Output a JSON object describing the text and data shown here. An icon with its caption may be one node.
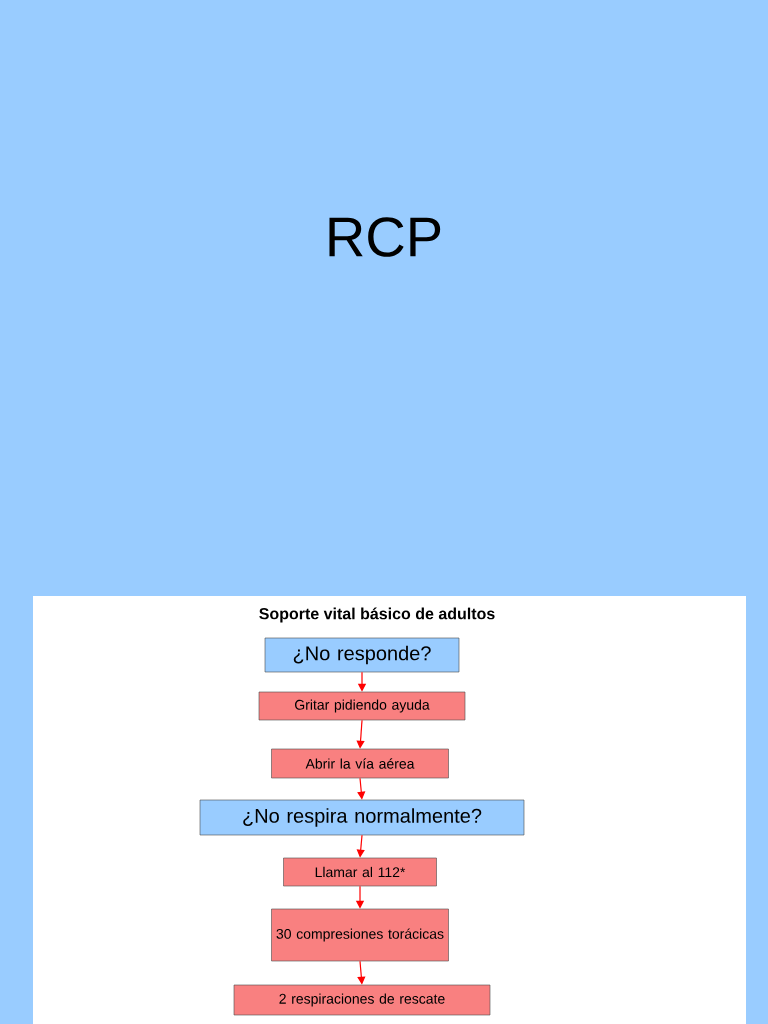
{
  "diagram": {
    "title": "RCP",
    "nodes": [
      {
        "text": [
          "¿No responde?"
        ]
      },
      {
        "text": [
          "Gritar pidiendo ayuda"
        ]
      },
      {
        "text": [
          "Abrir la vía aérea"
        ]
      },
      {
        "text": [
          "¿No respira normalmente?"
        ]
      },
      {
        "text": [
          "Llamar al 112*"
        ]
      },
      {
        "text": [
          "30 compresiones torácicas"
        ]
      },
      {
        "text": [
          "2 respiraciones de rescate"
        ]
      }
    ],
    "edges": [
      {
        "from": 0,
        "to": 1,
        "arrow": "to"
      },
      {
        "from": 1,
        "to": 2,
        "arrow": "to"
      },
      {
        "from": 2,
        "to": 3,
        "arrow": "to"
      },
      {
        "from": 3,
        "to": 4,
        "arrow": "to"
      },
      {
        "from": 4,
        "to": 5,
        "arrow": "to"
      },
      {
        "from": 5,
        "to": 6,
        "arrow": "to"
      }
    ],
    "labels": [
      "Soporte vital básico de adultos"
    ]
  }
}
